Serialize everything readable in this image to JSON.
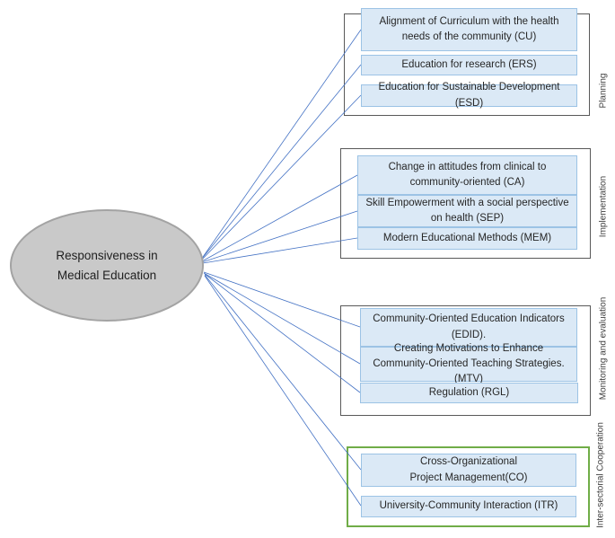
{
  "ellipse": {
    "lines": [
      "Responsiveness in",
      "Medical Education"
    ]
  },
  "groups": [
    {
      "label": "Planning",
      "boxes": [
        "Alignment of Curriculum with the health needs of the community (CU)",
        "Education for research (ERS)",
        "Education for Sustainable Development (ESD)"
      ]
    },
    {
      "label": "Implementation",
      "boxes": [
        "Change in attitudes from clinical to community-oriented (CA)",
        "Skill Empowerment with a social perspective on health (SEP)",
        "Modern Educational Methods (MEM)"
      ]
    },
    {
      "label": "Monitoring and evaluation",
      "boxes": [
        "Community-Oriented Education Indicators (EDID).",
        "Creating Motivations to Enhance Community-Oriented Teaching Strategies.(MTV)",
        "Regulation (RGL)"
      ]
    },
    {
      "label": "Inter-sectorial Cooperation",
      "boxes": [
        "Cross-Organizational Project Management(CO)",
        "University-Community Interaction (ITR)"
      ]
    }
  ],
  "colors": {
    "box_fill": "#dbe9f6",
    "box_border": "#9cc3e5",
    "group_border": "#595959",
    "cooperation_group_border": "#70ad47",
    "connector_line": "#4472c4",
    "ellipse_fill": "#c9c9c9",
    "ellipse_border": "#a3a3a3"
  }
}
